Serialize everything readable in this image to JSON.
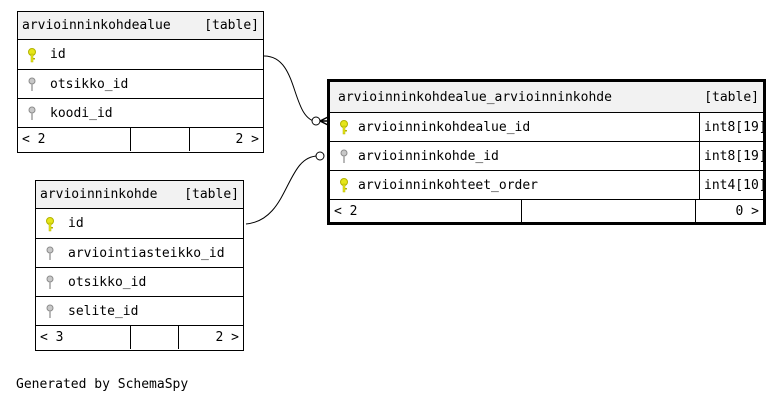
{
  "tables": {
    "t1": {
      "name": "arvioinninkohdealue",
      "kind": "[table]",
      "columns": [
        {
          "name": "id",
          "key": "primary"
        },
        {
          "name": "otsikko_id",
          "key": "foreign"
        },
        {
          "name": "koodi_id",
          "key": "foreign"
        }
      ],
      "footer": {
        "parents": "< 2",
        "children": "2 >"
      }
    },
    "t2": {
      "name": "arvioinninkohde",
      "kind": "[table]",
      "columns": [
        {
          "name": "id",
          "key": "primary"
        },
        {
          "name": "arviointiasteikko_id",
          "key": "foreign"
        },
        {
          "name": "otsikko_id",
          "key": "foreign"
        },
        {
          "name": "selite_id",
          "key": "foreign"
        }
      ],
      "footer": {
        "parents": "< 3",
        "children": "2 >"
      }
    },
    "t3": {
      "name": "arvioinninkohdealue_arvioinninkohde",
      "kind": "[table]",
      "columns": [
        {
          "name": "arvioinninkohdealue_id",
          "key": "primary",
          "type": "int8[19]"
        },
        {
          "name": "arvioinninkohde_id",
          "key": "foreign",
          "type": "int8[19]"
        },
        {
          "name": "arvioinninkohteet_order",
          "key": "primary",
          "type": "int4[10]"
        }
      ],
      "footer": {
        "parents": "< 2",
        "children": "0 >"
      }
    }
  },
  "key_colors": {
    "primary": "#e6e619",
    "foreign": "#a6a6a6"
  },
  "generated_by": "Generated by SchemaSpy"
}
